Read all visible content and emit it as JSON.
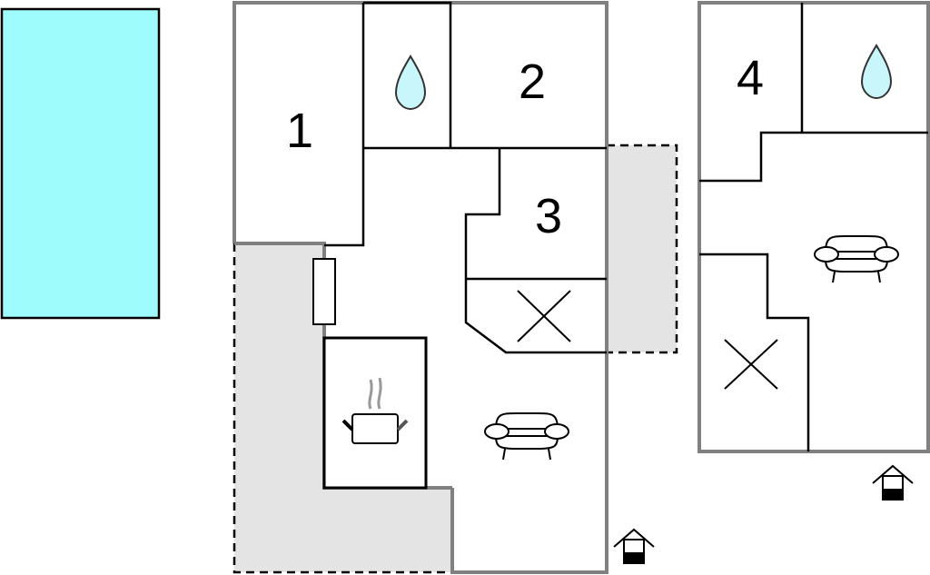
{
  "plan": {
    "rooms": [
      {
        "label": "1"
      },
      {
        "label": "2"
      },
      {
        "label": "3"
      },
      {
        "label": "4"
      }
    ],
    "icons": [
      "water-drop-icon",
      "water-drop-icon",
      "cooking-pot-icon",
      "sofa-icon",
      "sofa-icon",
      "cross-icon",
      "cross-icon",
      "entrance-icon",
      "entrance-icon",
      "window-icon"
    ],
    "colors": {
      "pool": "#9ffcfc",
      "terrace": "#e4e4e4",
      "outer_wall": "#808080",
      "water": "#c8f6fb"
    }
  }
}
